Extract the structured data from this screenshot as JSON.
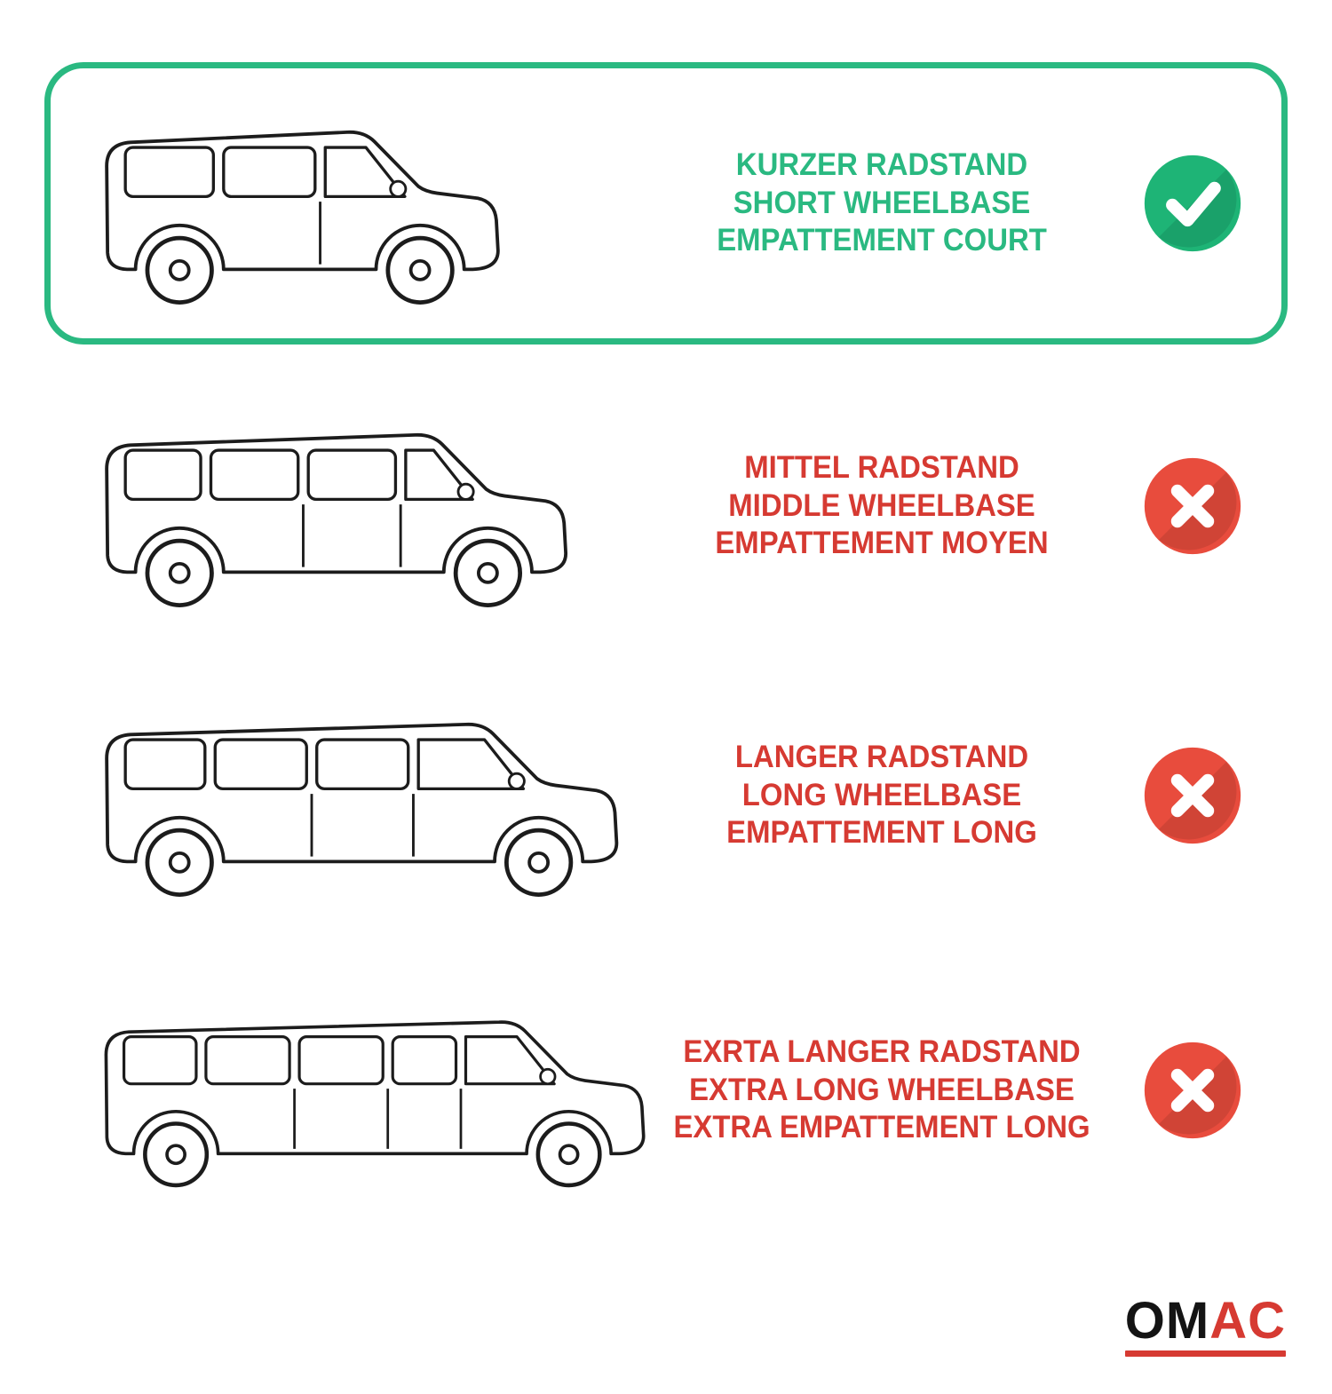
{
  "rows": [
    {
      "variant": "short",
      "selected": true,
      "icon": "check-icon",
      "labels": [
        "KURZER RADSTAND",
        "SHORT WHEELBASE",
        "EMPATTEMENT COURT"
      ]
    },
    {
      "variant": "middle",
      "selected": false,
      "icon": "cross-icon",
      "labels": [
        "MITTEL RADSTAND",
        "MIDDLE WHEELBASE",
        "EMPATTEMENT MOYEN"
      ]
    },
    {
      "variant": "long",
      "selected": false,
      "icon": "cross-icon",
      "labels": [
        "LANGER RADSTAND",
        "LONG WHEELBASE",
        "EMPATTEMENT LONG"
      ]
    },
    {
      "variant": "extra-long",
      "selected": false,
      "icon": "cross-icon",
      "labels": [
        "EXRTA LANGER RADSTAND",
        "EXTRA LONG WHEELBASE",
        "EXTRA EMPATTEMENT LONG"
      ]
    }
  ],
  "colors": {
    "green": "#2ab981",
    "green_icon": "#1eb476",
    "red": "#d63a32",
    "red_icon": "#e84c3d"
  },
  "logo": {
    "part_black": "OM",
    "part_red": "AC"
  }
}
